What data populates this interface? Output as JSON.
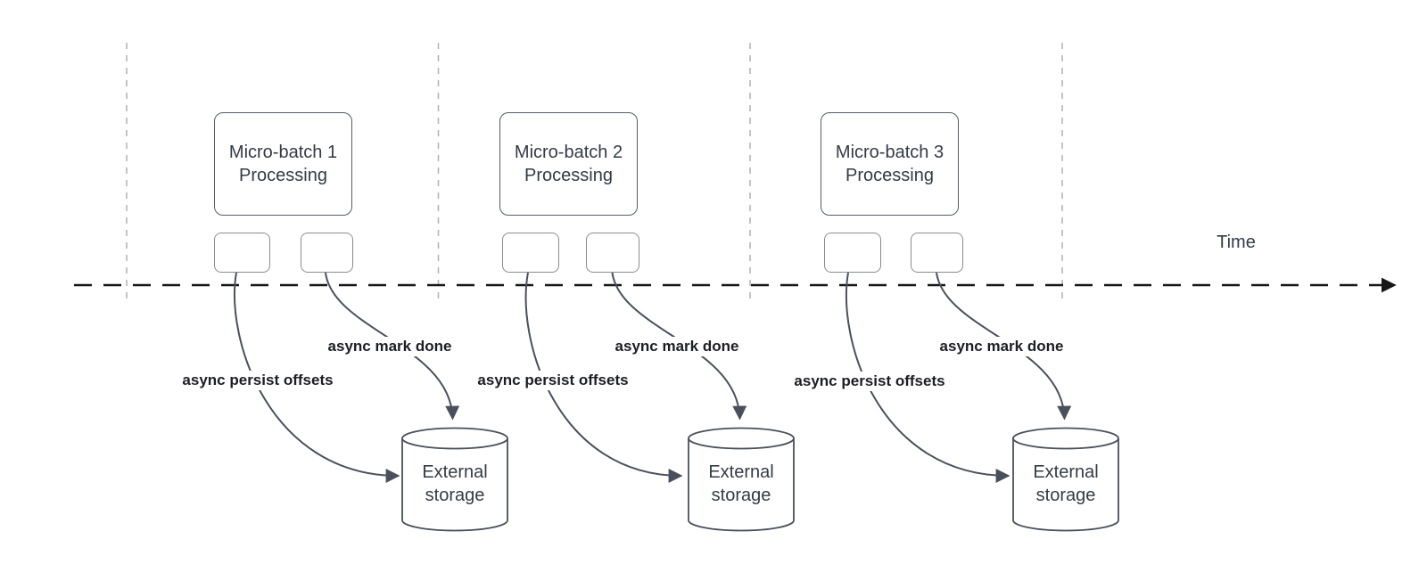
{
  "diagram": {
    "time_label": "Time",
    "batches": [
      {
        "title_line1": "Micro-batch 1",
        "title_line2": "Processing",
        "persist_label": "async persist offsets",
        "mark_label": "async mark done",
        "storage_line1": "External",
        "storage_line2": "storage"
      },
      {
        "title_line1": "Micro-batch 2",
        "title_line2": "Processing",
        "persist_label": "async persist offsets",
        "mark_label": "async mark done",
        "storage_line1": "External",
        "storage_line2": "storage"
      },
      {
        "title_line1": "Micro-batch 3",
        "title_line2": "Processing",
        "persist_label": "async persist offsets",
        "mark_label": "async mark done",
        "storage_line1": "External",
        "storage_line2": "storage"
      }
    ],
    "colors": {
      "stroke": "#4a505b",
      "timeline": "#161616",
      "guide": "#b1b1b1",
      "text": "#343b45",
      "label_text": "#1c1e22"
    }
  }
}
